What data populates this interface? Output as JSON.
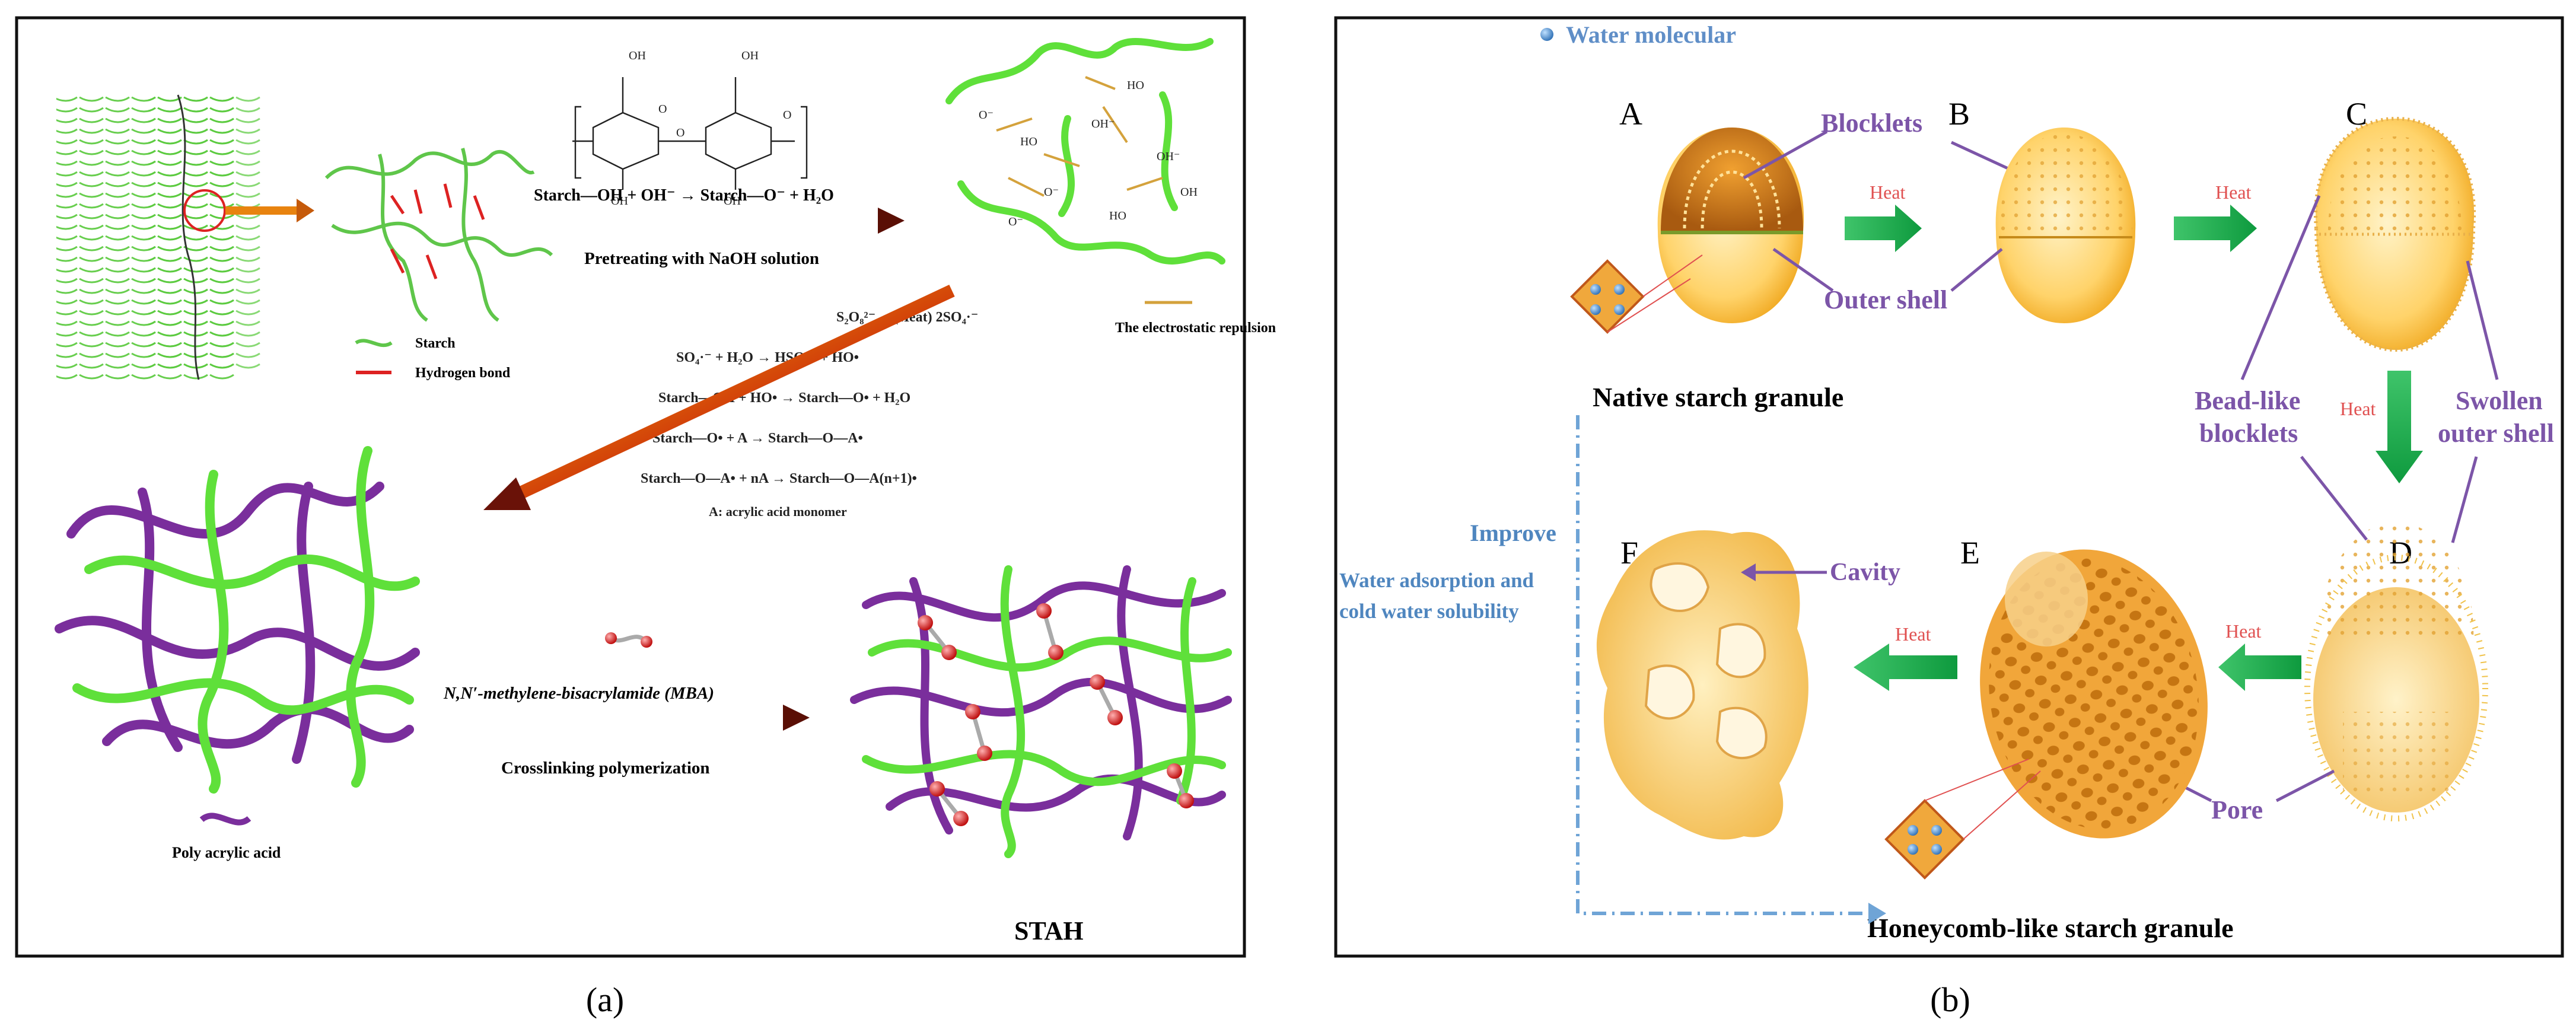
{
  "panel_a": {
    "caption": "(a)",
    "legend_starch": "Starch",
    "legend_hbond": "Hydrogen bond",
    "reaction_ionization": "Starch—OH + OH⁻ → Starch—O⁻ + H₂O",
    "pretreat_label": "Pretreating with NaOH solution",
    "repulsion_label": "The electrostatic repulsion",
    "rxn_1": "S₂O₈²⁻ →(Heat) 2SO₄·⁻",
    "rxn_2": "SO₄·⁻ + H₂O → HSO₄⁻ + HO•",
    "rxn_3": "Starch—OH + HO• → Starch—O• + H₂O",
    "rxn_4": "Starch—O• + A → Starch—O—A•",
    "rxn_5": "Starch—O—A• + nA → Starch—O—A(n+1)•",
    "monomer_note": "A: acrylic acid monomer",
    "mba_label": "N,N′-methylene-bisacrylamide (MBA)",
    "crosslink_label": "Crosslinking polymerization",
    "paa_label": "Poly acrylic acid",
    "product_label": "STAH"
  },
  "panel_b": {
    "caption": "(b)",
    "water_legend": "Water molecular",
    "label_A": "A",
    "label_B": "B",
    "label_C": "C",
    "label_D": "D",
    "label_E": "E",
    "label_F": "F",
    "blocklets": "Blocklets",
    "outer_shell": "Outer shell",
    "heat": "Heat",
    "native": "Native starch granule",
    "bead_line1": "Bead-like",
    "bead_line2": "blocklets",
    "swollen_line1": "Swollen",
    "swollen_line2": "outer shell",
    "improve": "Improve",
    "water_ads_line1": "Water adsorption and",
    "water_ads_line2": "cold water solubility",
    "cavity": "Cavity",
    "pore": "Pore",
    "honeycomb": "Honeycomb-like starch granule"
  }
}
